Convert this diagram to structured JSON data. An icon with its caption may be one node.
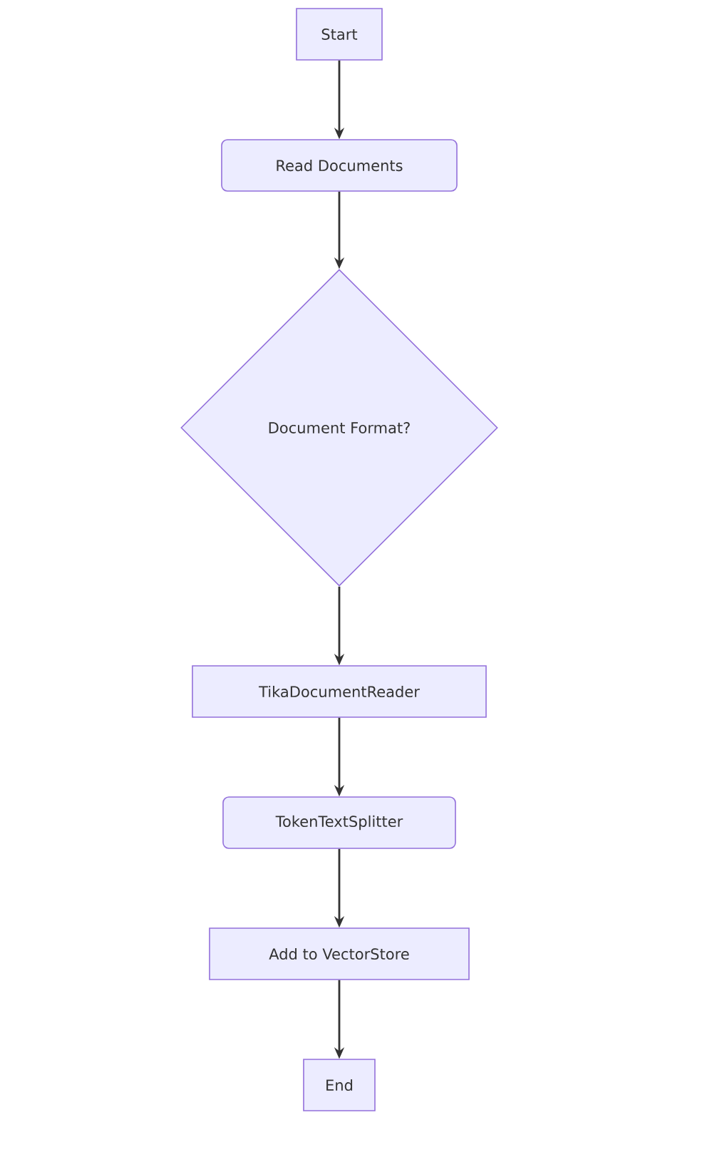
{
  "diagram": {
    "nodes": [
      {
        "text": [
          "Start"
        ]
      },
      {
        "text": [
          "Read Documents"
        ]
      },
      {
        "text": [
          "Document Format?"
        ]
      },
      {
        "text": [
          "TikaDocumentReader"
        ]
      },
      {
        "text": [
          "TokenTextSplitter"
        ]
      },
      {
        "text": [
          "Add to VectorStore"
        ]
      },
      {
        "text": [
          "End"
        ]
      }
    ],
    "edges": [
      {
        "from": 0,
        "to": 1,
        "arrow": "to"
      },
      {
        "from": 1,
        "to": 2,
        "arrow": "to"
      },
      {
        "from": 2,
        "to": 3,
        "arrow": "to"
      },
      {
        "from": 3,
        "to": 4,
        "arrow": "to"
      },
      {
        "from": 4,
        "to": 5,
        "arrow": "to"
      },
      {
        "from": 5,
        "to": 6,
        "arrow": "to"
      }
    ]
  }
}
